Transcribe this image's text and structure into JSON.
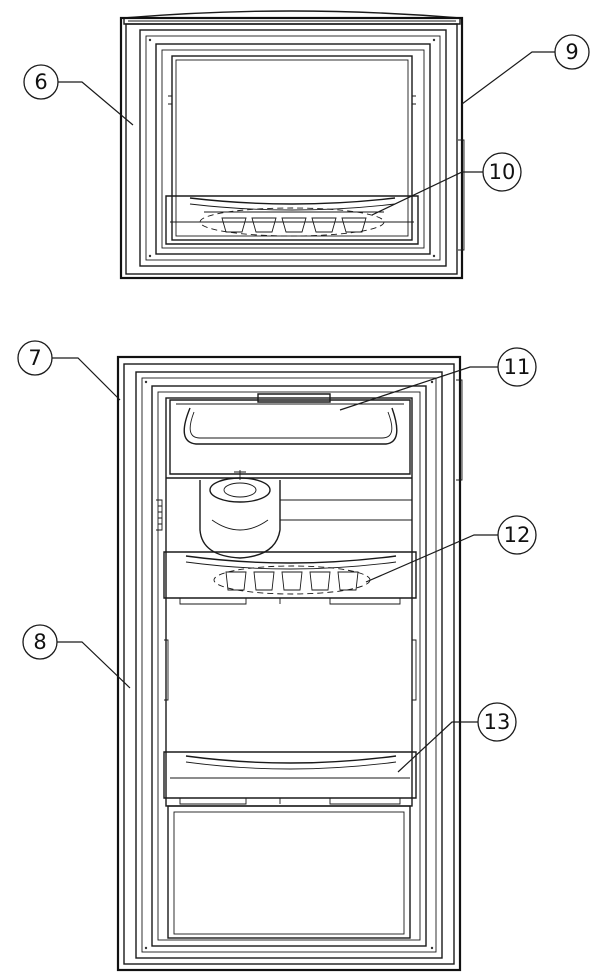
{
  "callouts": [
    {
      "id": "6",
      "label": "6"
    },
    {
      "id": "9",
      "label": "9"
    },
    {
      "id": "10",
      "label": "10"
    },
    {
      "id": "7",
      "label": "7"
    },
    {
      "id": "11",
      "label": "11"
    },
    {
      "id": "12",
      "label": "12"
    },
    {
      "id": "8",
      "label": "8"
    },
    {
      "id": "13",
      "label": "13"
    }
  ]
}
